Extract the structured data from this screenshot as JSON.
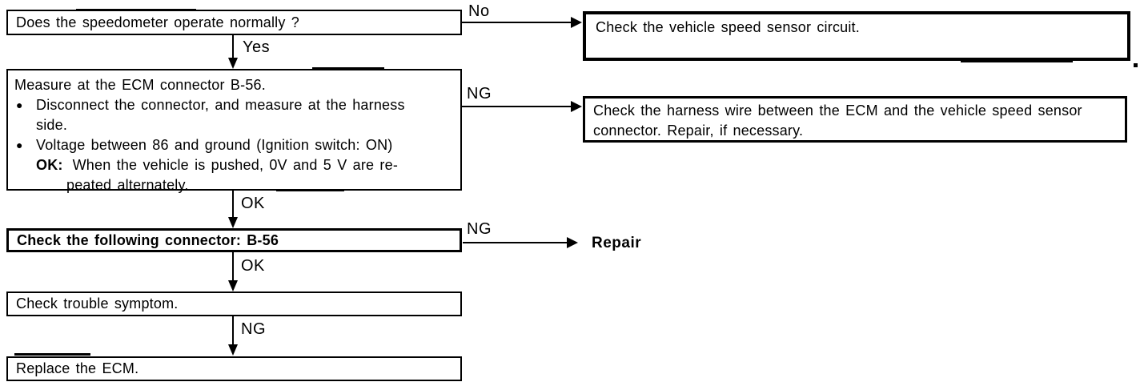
{
  "colors": {
    "ink": "#000000",
    "paper": "#ffffff"
  },
  "boxes": {
    "q1": "Does the speedometer operate normally ?",
    "r1": "Check the vehicle speed sensor circuit.",
    "step2": {
      "title": "Measure at the ECM connector B-56.",
      "bullet": "●",
      "b1_line1": "Disconnect the connector, and measure at the harness",
      "b1_line2": "side.",
      "b2_line1": "Voltage between 86 and ground (Ignition switch: ON)",
      "ok_prefix": "OK:",
      "ok_line1": "When the vehicle is pushed, 0V and 5 V are re-",
      "ok_line2": "peated alternately."
    },
    "r2_line1": "Check the harness wire between the ECM and the vehicle speed sensor",
    "r2_line2": "connector. Repair, if necessary.",
    "step3": "Check the following connector: B-56",
    "step4": "Check trouble symptom.",
    "step5": "Replace the ECM.",
    "repair": "Repair"
  },
  "labels": {
    "no": "No",
    "yes": "Yes",
    "ng1": "NG",
    "ok1": "OK",
    "ng2": "NG",
    "ok2": "OK",
    "ng3": "NG"
  }
}
